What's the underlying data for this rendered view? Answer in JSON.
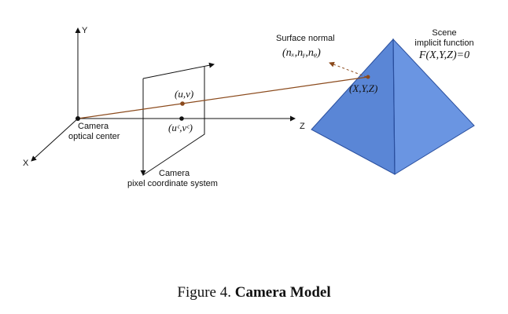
{
  "labels": {
    "y_axis": "Y",
    "x_axis": "X",
    "z_axis": "Z",
    "camera_center_line1": "Camera",
    "camera_center_line2": "optical center",
    "pixel_system_line1": "Camera",
    "pixel_system_line2": "pixel coordinate system",
    "surface_normal": "Surface normal",
    "scene_line1": "Scene",
    "scene_line2": "implicit function",
    "scene_equation": "F(X,Y,Z)=0",
    "normal_vector": "(nₓ,nᵧ,nᵩ)",
    "pixel_point": "(u,v)",
    "principal_point": "(uᶜ,vᶜ)",
    "scene_point": "(X,Y,Z)"
  },
  "caption": {
    "prefix": "Figure 4.",
    "title": "Camera Model"
  },
  "colors": {
    "ray": "#8b4a1c",
    "pyramid_fill": "#5b87d8",
    "pyramid_edge": "#2a4f9e"
  }
}
